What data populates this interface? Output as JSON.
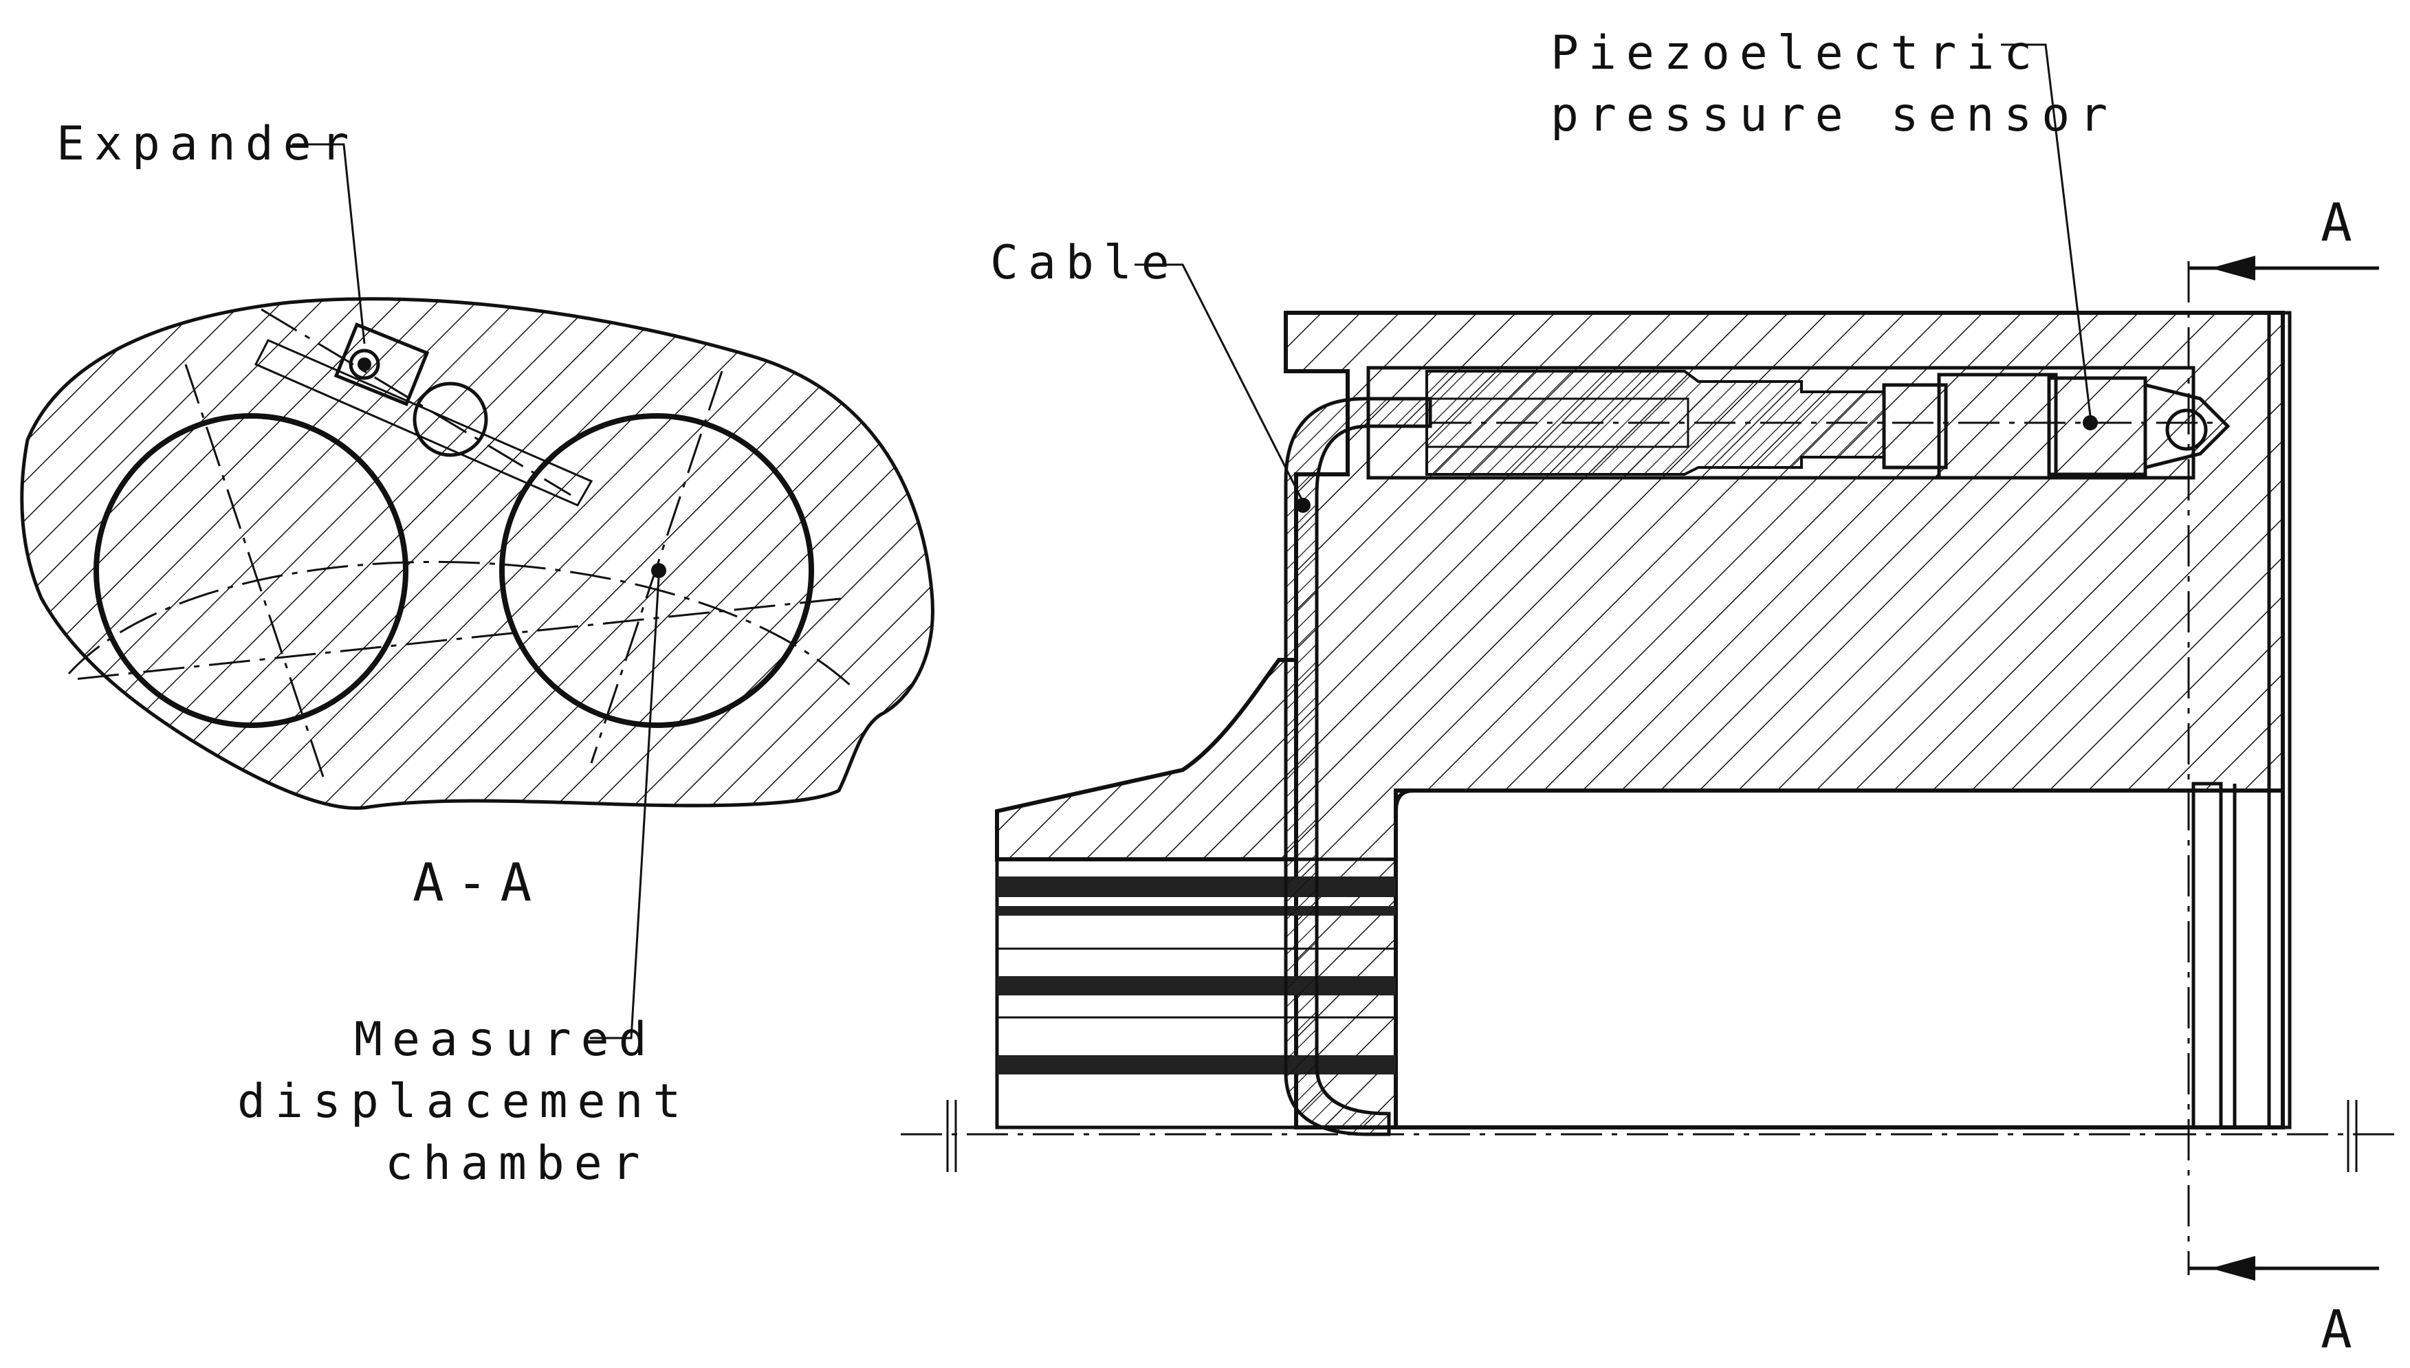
{
  "labels": {
    "expander": "Expander",
    "section": "A-A",
    "chamber_line1": "Measured",
    "chamber_line2": "displacement",
    "chamber_line3": "chamber",
    "cable": "Cable",
    "sensor_line1": "Piezoelectric",
    "sensor_line2": "pressure sensor",
    "cut_top": "A",
    "cut_bottom": "A"
  },
  "colors": {
    "ink": "#111111",
    "paper": "#ffffff"
  }
}
